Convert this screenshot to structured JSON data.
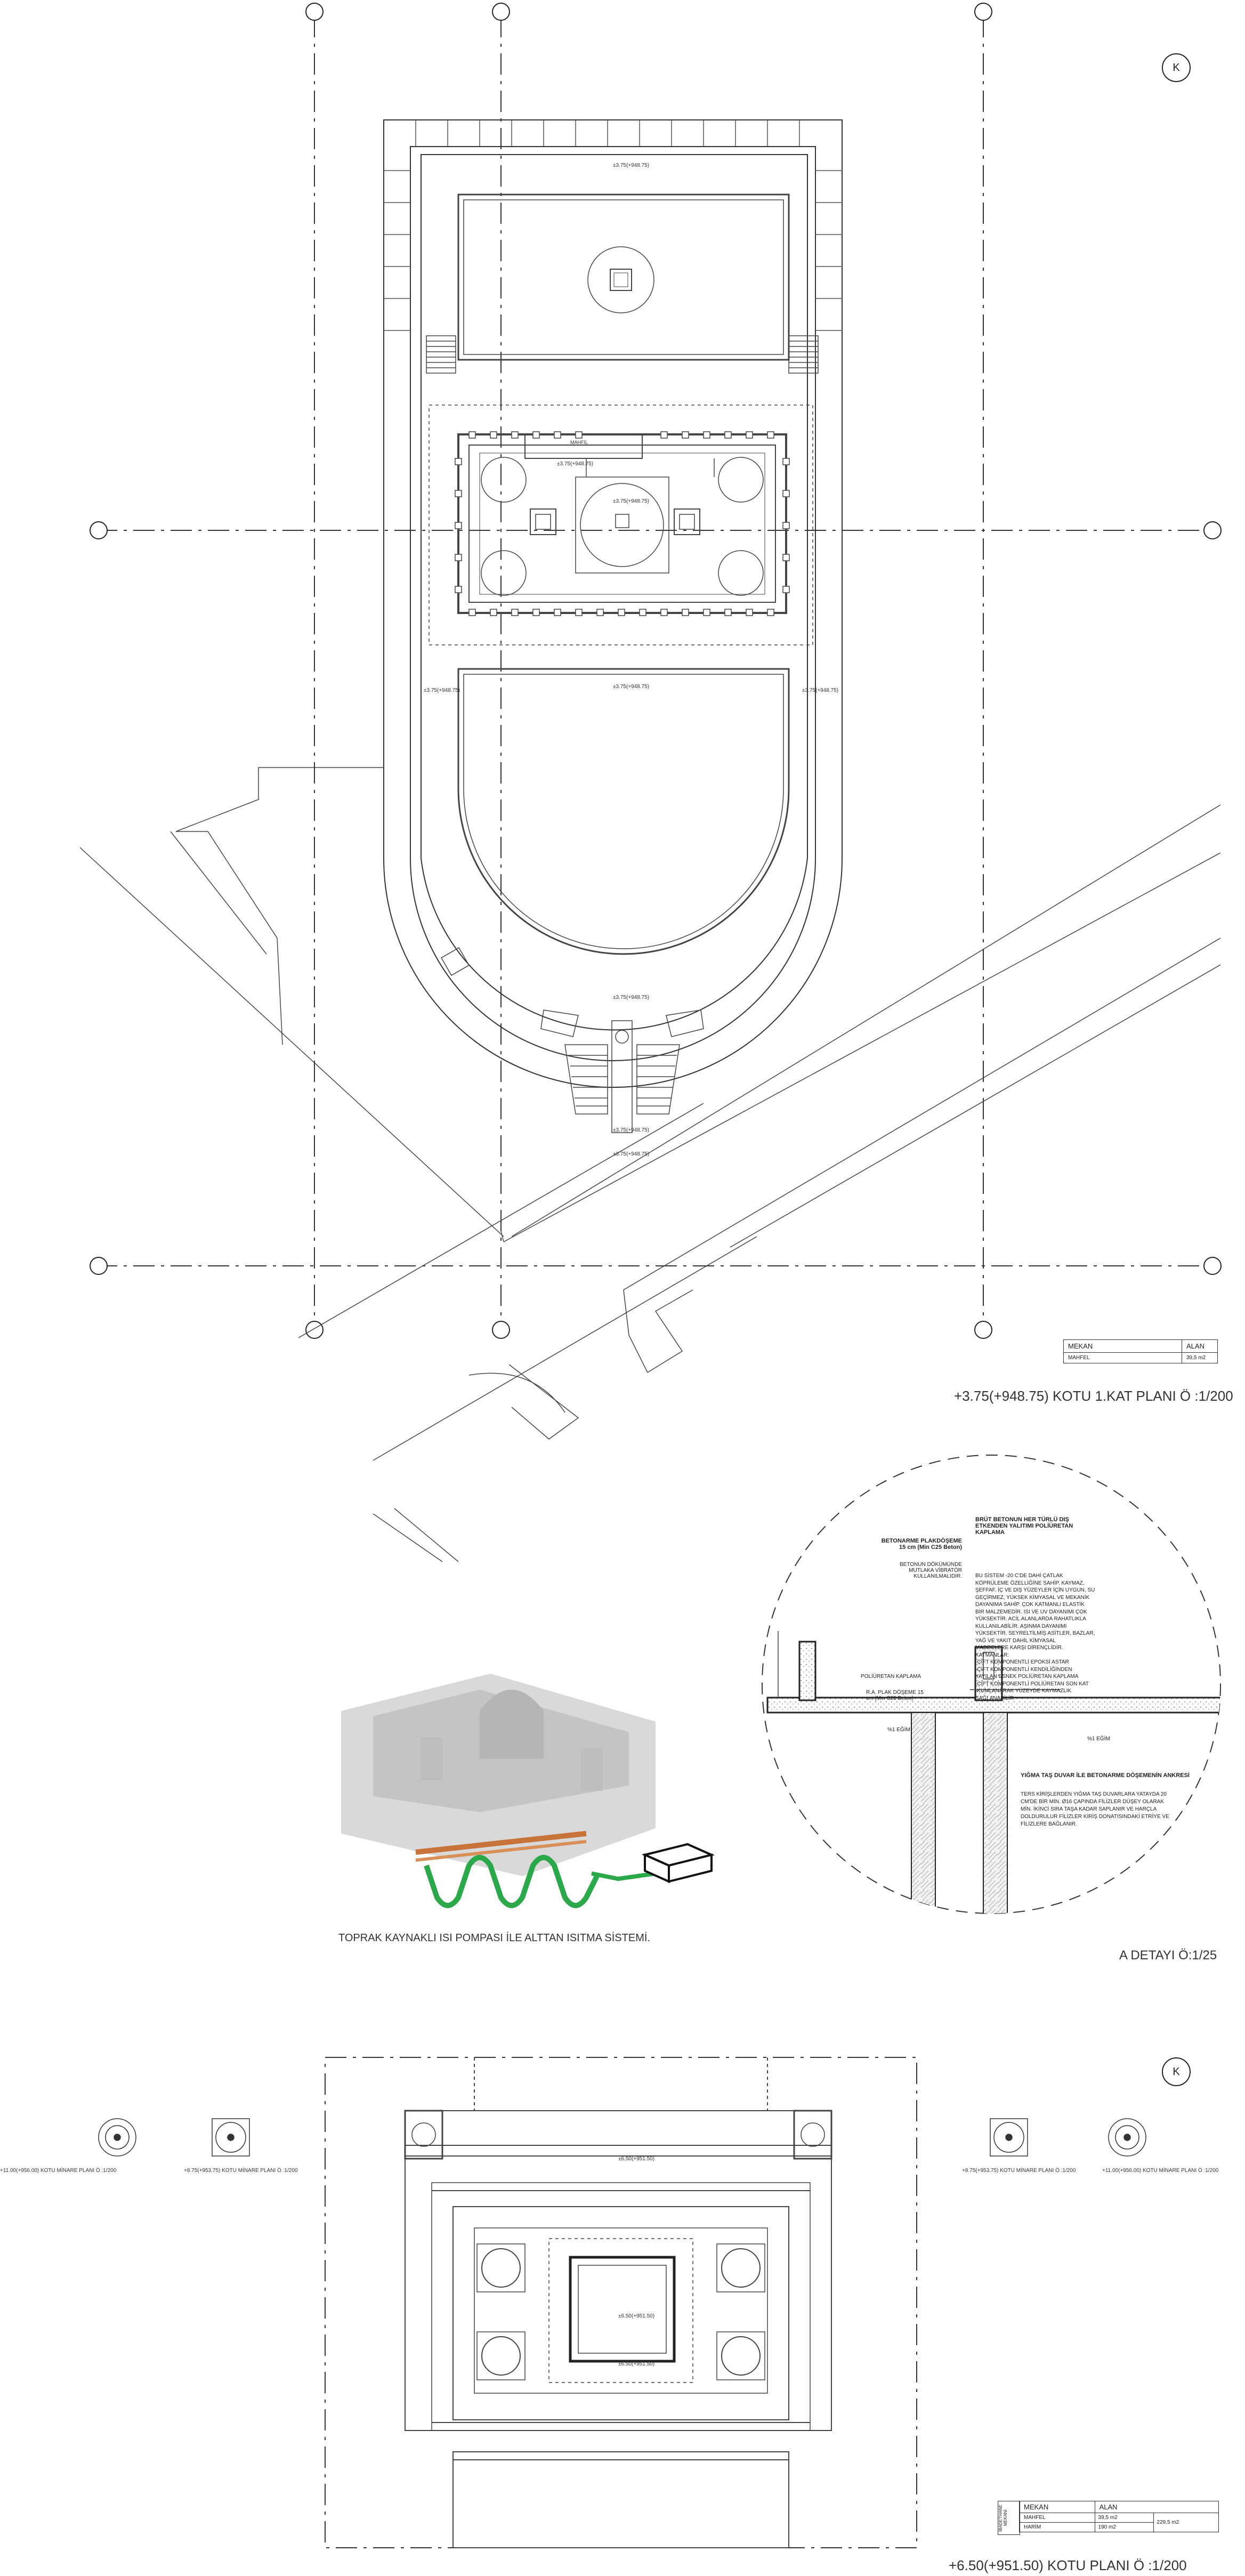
{
  "north_marker": "K",
  "plan_first_floor": {
    "title": "+3.75(+948.75) KOTU 1.KAT PLANI Ö :1/200",
    "level_tags": [
      "±3.75(+948.75)",
      "±3.75(+948.75)",
      "±3.75(+948.75)",
      "±3.75(+948.75)",
      "±3.75(+948.75)",
      "±3.75(+948.75)",
      "±3.75(+948.75)",
      "±3.75(+948.75)",
      "±3.75(+948.75)"
    ],
    "mahfil_label": "MAHFİL",
    "area_table": {
      "headers": [
        "MEKAN",
        "ALAN"
      ],
      "rows": [
        [
          "MAHFEL",
          "39,5 m2"
        ]
      ]
    }
  },
  "heating": {
    "caption": "TOPRAK KAYNAKLI ISI POMPASI İLE ALTTAN ISITMA SİSTEMİ."
  },
  "detail": {
    "title": "A DETAYI Ö:1/25",
    "slab_title": "BETONARME PLAKDÖŞEME 15 cm (Min C25 Beton)",
    "slab_note": "BETONUN DÖKÜMÜNDE MUTLAKA VİBRATÖR KULLANILMALIDIR.",
    "insulation_title": "BRÜT BETONUN HER TÜRLÜ DIŞ ETKENDEN YALITIMI POLİÜRETAN KAPLAMA",
    "insulation_text": [
      "BU SİSTEM -20 C'DE DAHİ ÇATLAK",
      "KÖPRÜLEME ÖZELLİĞİNE SAHİP. KAYMAZ,",
      "ŞEFFAF, İÇ VE DIŞ YÜZEYLER İÇİN UYGUN, SU",
      "GEÇİRMEZ, YÜKSEK KİMYASAL VE MEKANİK",
      "DAYANIMA SAHİP. ÇOK KATMANLI ELASTİK",
      "BİR MALZEMEDİR. ISI VE UV DAYANIMI ÇOK",
      "YÜKSEKTİR. ACİL ALANLARDA RAHATLIKLA",
      "KULLANILABİLİR. AŞINMA DAYANIMI",
      "YÜKSEKTİR. SEYRELTİLMİŞ ASİTLER, BAZLAR,",
      "YAĞ VE YAKIT DAHİL KİMYASAL",
      "MADDELERE KARŞI DİRENÇLİDİR.",
      "KATMANLAR:",
      "-ÇİFT KOMPONENTLİ EPOKSİ ASTAR",
      "-ÇİFT KOMPONENTLİ KENDİLİĞİNDEN",
      "YAYILAN ESNEK POLİÜRETAN KAPLAMA",
      "-ÇİFT KOMPONENTLİ POLİÜRETAN SON KAT",
      "-KUMLANARAK YÜZEYDE KAYMAZLIK",
      "SAĞLANABİLİR"
    ],
    "polyurethane_label": "POLİÜRETAN KAPLAMA",
    "ra_label": "R.A. PLAK DÖŞEME 15 cm (Min C25 Beton)",
    "slope1": "%1 EĞİM",
    "slope2": "%1 EĞİM",
    "anchor_title": "YIĞMA TAŞ DUVAR İLE BETONARME DÖŞEMENİN ANKRESİ",
    "anchor_text": [
      "TERS KİRİŞLERDEN YIĞMA TAŞ DUVARLARA YATAYDA 20",
      "CM'DE BİR MİN. Ø16 ÇAPINDA FİLİZLER DÜŞEY OLARAK",
      "MİN. İKİNCİ SIRA TAŞA KADAR SAPLANIR VE HARÇLA",
      "DOLDURULUR FİLİZLER KİRİŞ DONATISINDAKİ ETRİYE VE",
      "FİLİZLERE BAĞLANIR."
    ]
  },
  "plan_minaret": {
    "title": "+6.50(+951.50) KOTU PLANI Ö :1/200",
    "level_tags": [
      "±6.50(+951.50)",
      "±6.50(+951.50)",
      "±6.50(+951.50)"
    ],
    "minaret_labels": [
      "+11.00(+956.00) KOTU MİNARE PLANI Ö :1/200",
      "+8.75(+953.75) KOTU MİNARE PLANI Ö :1/200",
      "+8.75(+953.75) KOTU MİNARE PLANI Ö :1/200",
      "+11.00(+956.00) KOTU MİNARE PLANI Ö :1/200"
    ],
    "area_table": {
      "side_label": "İBADETHANE MEKANI",
      "headers": [
        "MEKAN",
        "ALAN"
      ],
      "rows": [
        [
          "MAHFEL",
          "39,5 m2",
          "229,5 m2"
        ],
        [
          "HARİM",
          "190 m2",
          ""
        ]
      ]
    }
  }
}
